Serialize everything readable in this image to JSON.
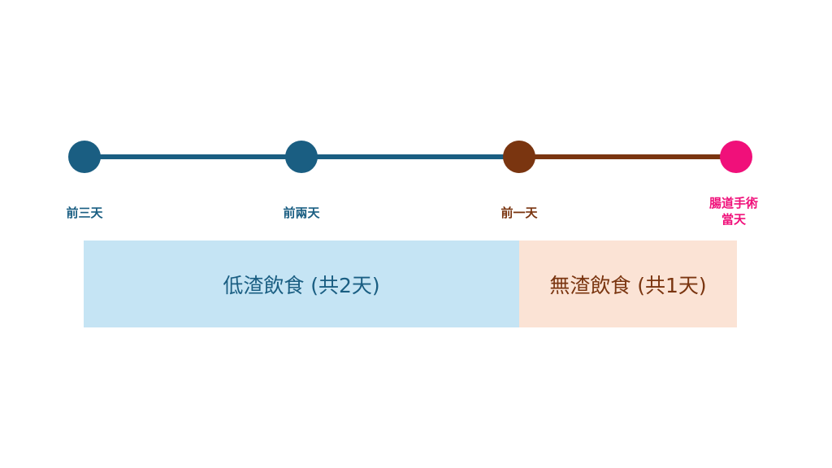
{
  "timeline": {
    "steps": [
      {
        "label": "前三天",
        "color": "#1a5e82"
      },
      {
        "label": "前兩天",
        "color": "#1a5e82"
      },
      {
        "label": "前一天",
        "color": "#7a3510"
      },
      {
        "label": "腸道手術\n當天",
        "color": "#f0107a"
      }
    ],
    "connector_colors": [
      "#1a5e82",
      "#1a5e82",
      "#7a3510"
    ]
  },
  "phases": [
    {
      "label": "低渣飲食 (共2天)",
      "background": "#c5e4f4",
      "text_color": "#1a5e82"
    },
    {
      "label": "無渣飲食 (共1天)",
      "background": "#fbe3d5",
      "text_color": "#7a3510"
    }
  ]
}
